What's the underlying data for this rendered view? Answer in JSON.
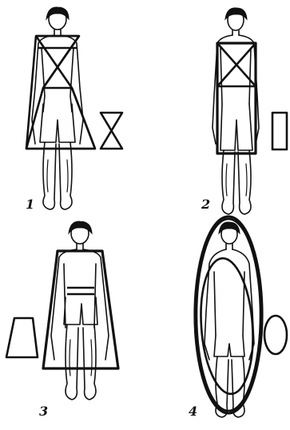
{
  "panels": [
    {
      "label": "1",
      "shape": "hourglass"
    },
    {
      "label": "2",
      "shape": "rectangle"
    },
    {
      "label": "3",
      "shape": "trapezoid"
    },
    {
      "label": "4",
      "shape": "oval"
    }
  ],
  "colors": {
    "ink": "#111111",
    "background": "#ffffff"
  }
}
